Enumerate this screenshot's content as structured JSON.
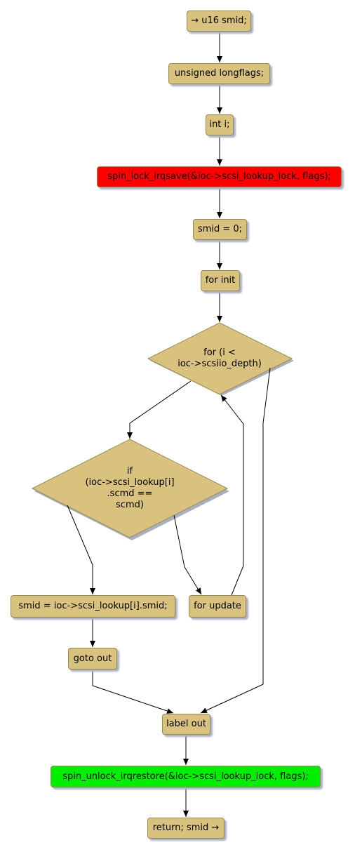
{
  "nodes": {
    "n1": "→ u16 smid;",
    "n2": "unsigned longflags;",
    "n3": "int i;",
    "n4": "spin_lock_irqsave(&ioc->scsi_lookup_lock, flags);",
    "n5": "smid = 0;",
    "n6": "for init",
    "d1": "for (i <\nioc->scsiio_depth)",
    "d2": "if\n(ioc->scsi_lookup[i]\n.scmd ==\nscmd)",
    "n7": "smid = ioc->scsi_lookup[i].smid;",
    "n8": "for update",
    "n9": "goto out",
    "n10": "label out",
    "n11": "spin_unlock_irqrestore(&ioc->scsi_lookup_lock, flags);",
    "n12": "return; smid →"
  },
  "colors": {
    "box_fill": "#d9c27d",
    "box_border": "#9a8a4e",
    "lock_fill": "#ff0000",
    "unlock_fill": "#00ee00",
    "shadow": "#a8b0c8",
    "edge": "#000000"
  }
}
